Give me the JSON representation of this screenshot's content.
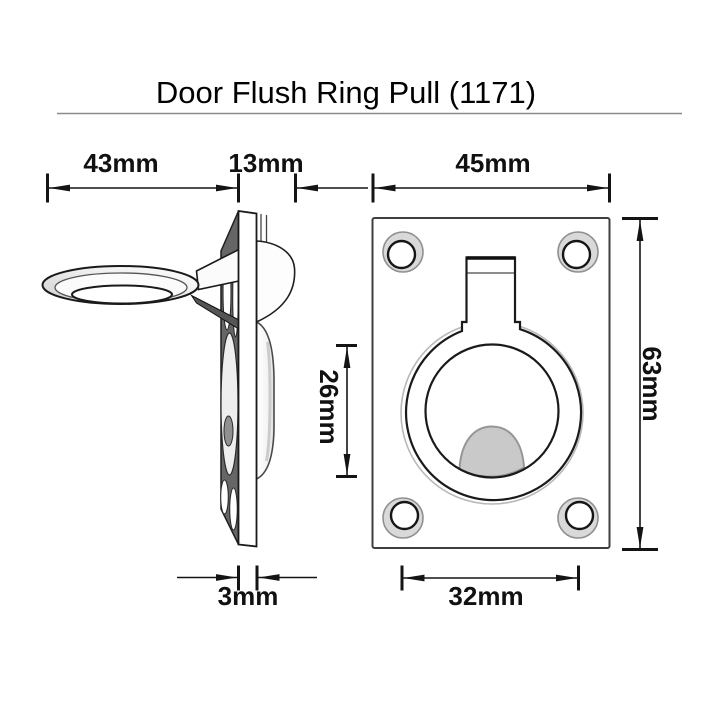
{
  "title": "Door Flush Ring Pull (1171)",
  "dimensions": {
    "ring_outer_diameter": "43mm",
    "projection_depth": "13mm",
    "plate_width": "45mm",
    "plate_height": "63mm",
    "ring_inner_diameter": "26mm",
    "screw_hole_spacing": "32mm",
    "plate_thickness": "3mm"
  }
}
